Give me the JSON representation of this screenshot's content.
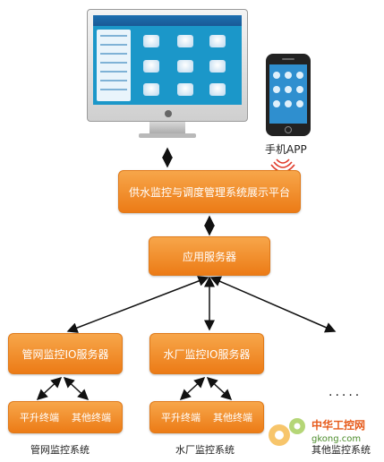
{
  "nodes": {
    "platform": "供水监控与调度管理系统展示平台",
    "app_server": "应用服务器",
    "pipe_io_server": "管网监控IO服务器",
    "water_io_server": "水厂监控IO服务器",
    "pipe_terminal_1": "平升终端",
    "pipe_terminal_2": "其他终端",
    "water_terminal_1": "平升终端",
    "water_terminal_2": "其他终端"
  },
  "labels": {
    "mobile_app": "手机APP",
    "pipe_system": "管网监控系统",
    "water_system": "水厂监控系统",
    "other_system": "其他监控系统",
    "more": "....."
  },
  "watermark": {
    "title": "中华工控网",
    "domain": "gkong.com"
  },
  "colors": {
    "box_orange": "#ec7b16",
    "signal_red": "#e03a2a",
    "arrow": "#111111"
  }
}
